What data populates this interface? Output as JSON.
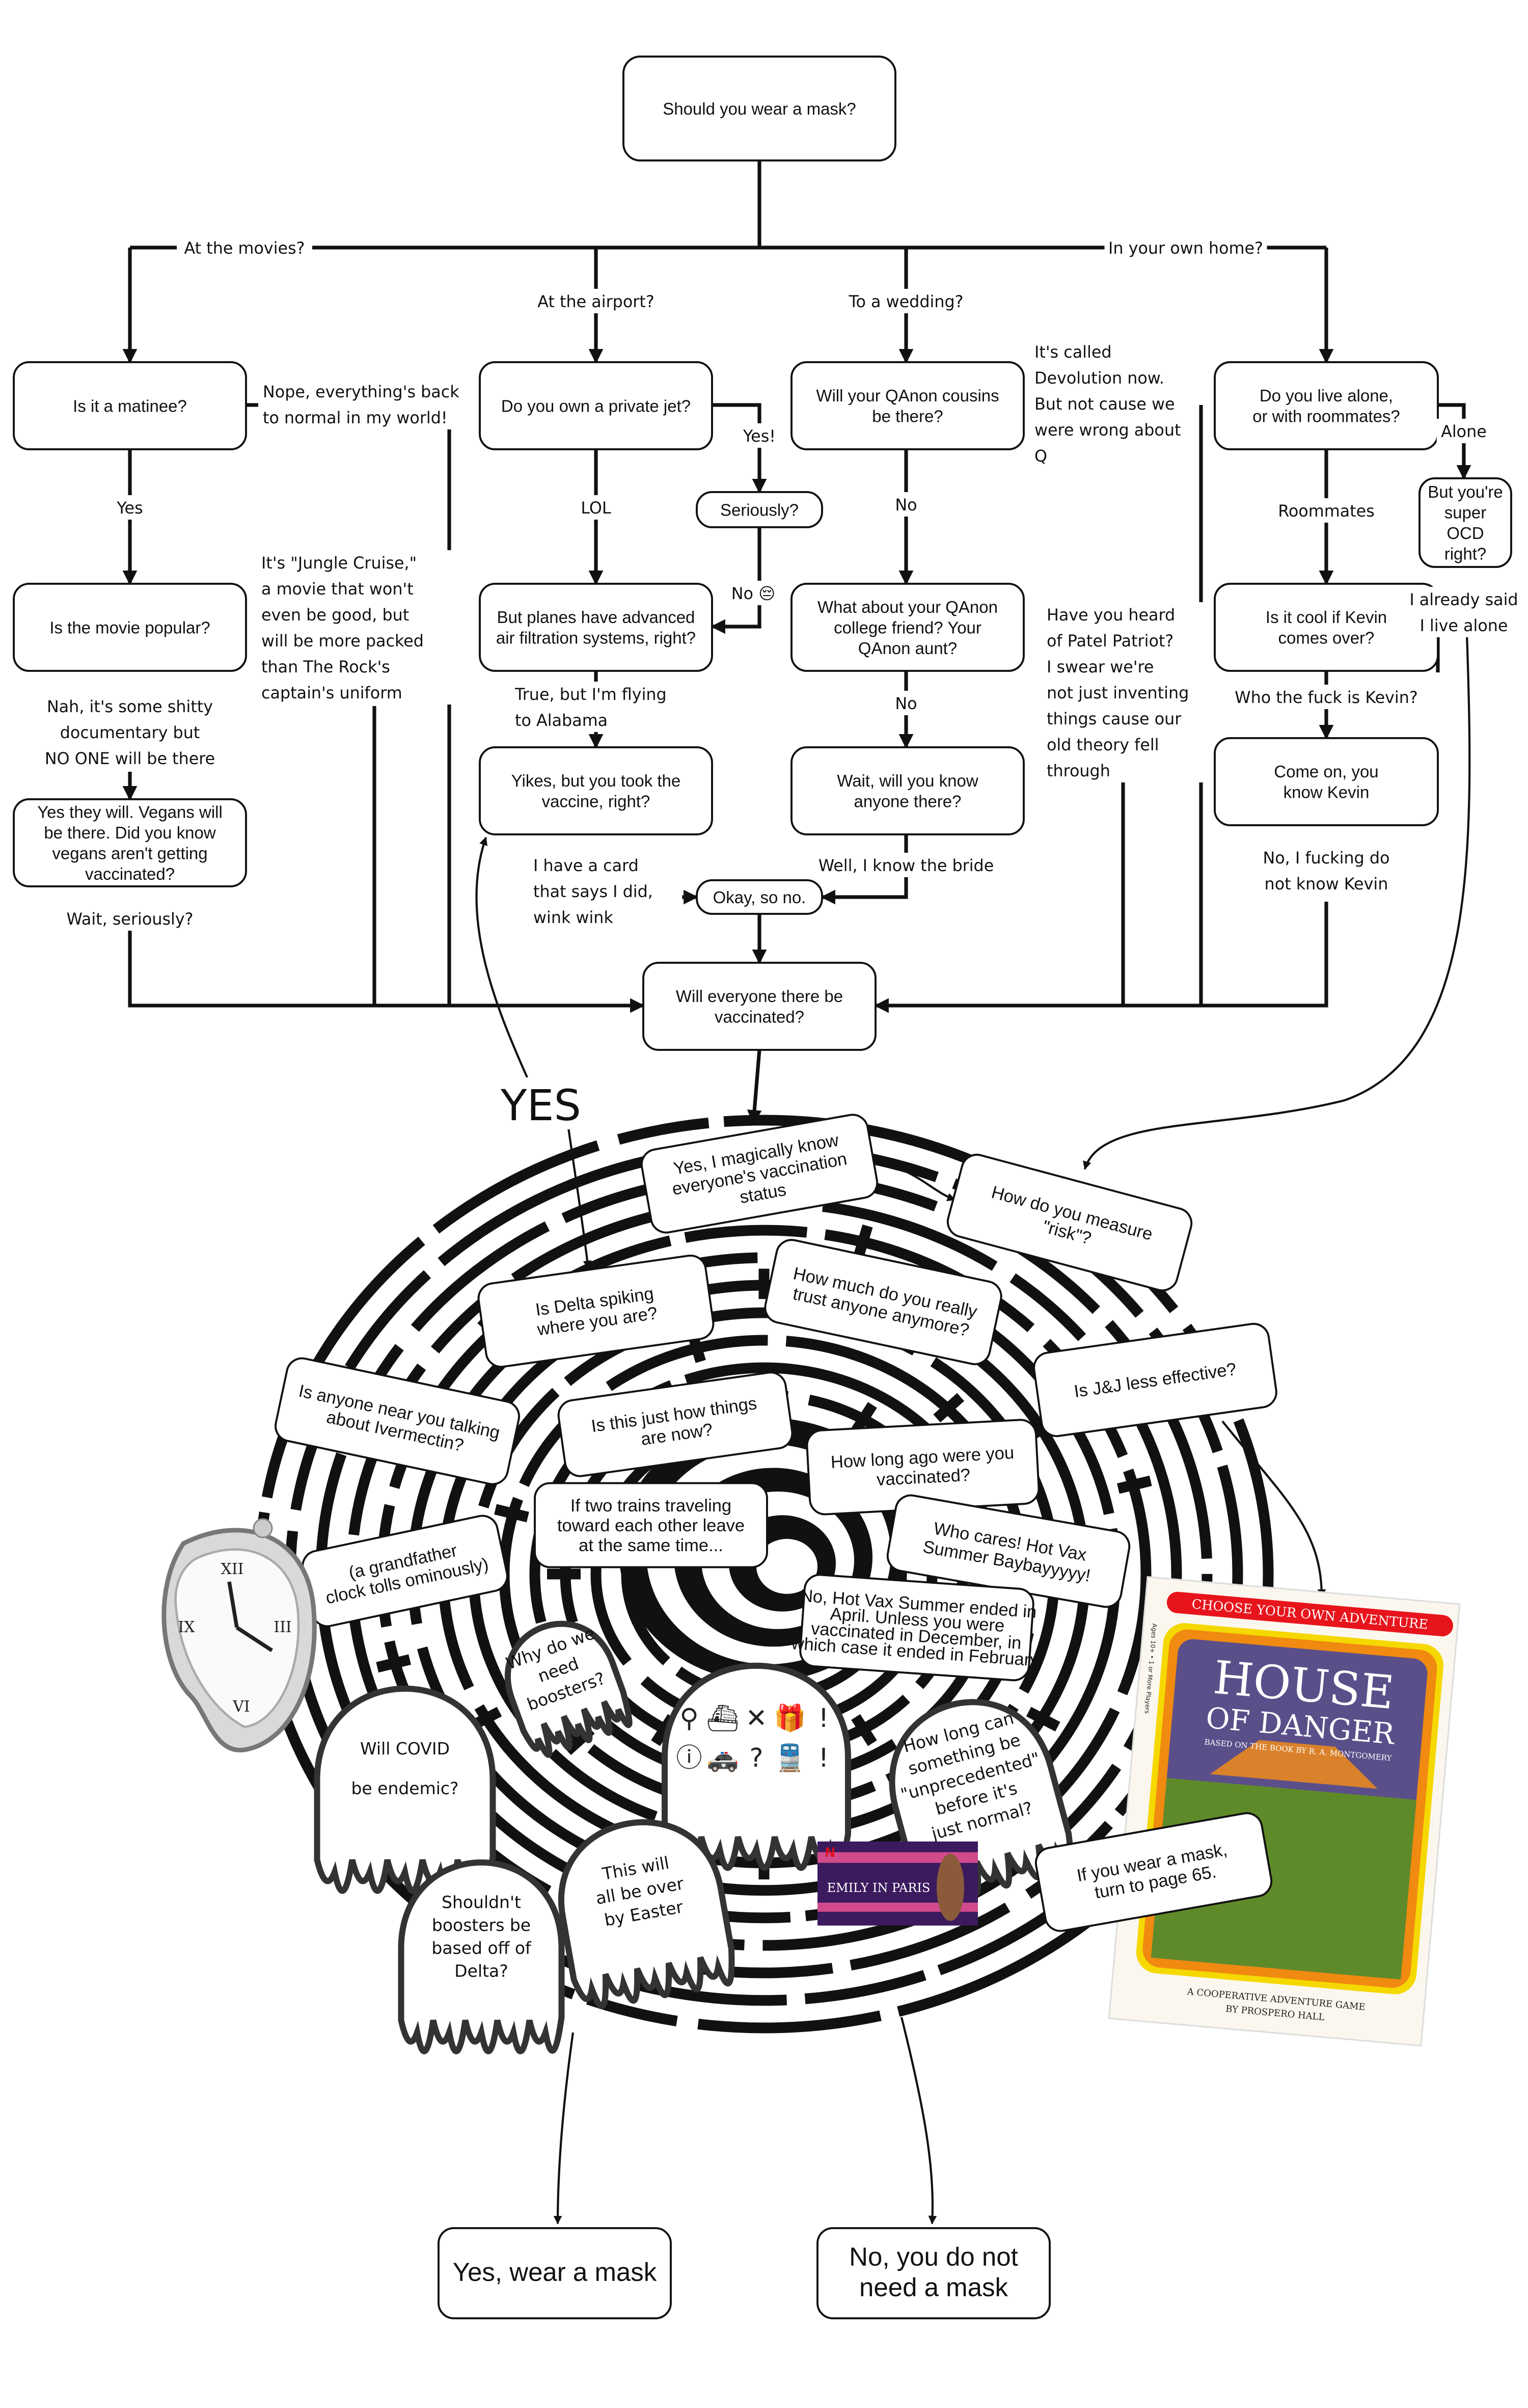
{
  "title": "Should you wear a mask?",
  "nodes": [
    {
      "id": "matinee",
      "lines": [
        "Is it a matinee?"
      ]
    },
    {
      "id": "jet",
      "lines": [
        "Do you own a private jet?"
      ]
    },
    {
      "id": "qanon",
      "lines": [
        "Will your QAnon cousins",
        "be there?"
      ]
    },
    {
      "id": "alone",
      "lines": [
        "Do you live alone,",
        "or with roommates?"
      ]
    },
    {
      "id": "seriously",
      "lines": [
        "Seriously?"
      ]
    },
    {
      "id": "popular",
      "lines": [
        "Is the movie popular?"
      ]
    },
    {
      "id": "planes",
      "lines": [
        "But planes have advanced",
        "air filtration systems, right?"
      ]
    },
    {
      "id": "college",
      "lines": [
        "What about your QAnon",
        "college friend? Your",
        "QAnon aunt?"
      ]
    },
    {
      "id": "kevin",
      "lines": [
        "Is it cool if Kevin",
        "comes over?"
      ]
    },
    {
      "id": "ocd",
      "lines": [
        "But you're",
        "super",
        "OCD",
        "right?"
      ]
    },
    {
      "id": "vegans",
      "lines": [
        "Yes they will. Vegans will",
        "be there. Did you know",
        "vegans aren't getting",
        "vaccinated?"
      ]
    },
    {
      "id": "yikes",
      "lines": [
        "Yikes, but you took the",
        "vaccine, right?"
      ]
    },
    {
      "id": "wait",
      "lines": [
        "Wait, will you know",
        "anyone there?"
      ]
    },
    {
      "id": "comeon",
      "lines": [
        "Come on, you",
        "know Kevin"
      ]
    },
    {
      "id": "okay",
      "lines": [
        "Okay, so no."
      ]
    },
    {
      "id": "everyone",
      "lines": [
        "Will everyone there be",
        "vaccinated?"
      ]
    }
  ],
  "edge_labels": [
    {
      "id": "movies",
      "lines": [
        "At the movies?"
      ]
    },
    {
      "id": "home",
      "lines": [
        "In your own home?"
      ]
    },
    {
      "id": "airport",
      "lines": [
        "At the airport?"
      ]
    },
    {
      "id": "wedding",
      "lines": [
        "To a wedding?"
      ]
    },
    {
      "id": "nope",
      "lines": [
        "Nope, everything's back",
        "to normal in my world!"
      ]
    },
    {
      "id": "devolution",
      "lines": [
        "It's called",
        "Devolution now.",
        "But not cause we",
        "were wrong about",
        "Q"
      ]
    },
    {
      "id": "yes_jet",
      "lines": [
        "Yes!"
      ]
    },
    {
      "id": "alone_lbl",
      "lines": [
        "Alone"
      ]
    },
    {
      "id": "yes_mat",
      "lines": [
        "Yes"
      ]
    },
    {
      "id": "lol",
      "lines": [
        "LOL"
      ]
    },
    {
      "id": "no_q",
      "lines": [
        "No"
      ]
    },
    {
      "id": "roommates",
      "lines": [
        "Roommates"
      ]
    },
    {
      "id": "no_sad",
      "lines": [
        "No 😔"
      ]
    },
    {
      "id": "already",
      "lines": [
        "I already said",
        "I live alone"
      ]
    },
    {
      "id": "jungle",
      "lines": [
        "It's \"Jungle Cruise,\"",
        "a movie that won't",
        "even be good, but",
        "will be more packed",
        "than The Rock's",
        "captain's uniform"
      ]
    },
    {
      "id": "patel",
      "lines": [
        "Have you heard",
        "of Patel Patriot?",
        "I swear we're",
        "not just inventing",
        "things cause our",
        "old theory fell",
        "through"
      ]
    },
    {
      "id": "nah",
      "lines": [
        "Nah, it's some shitty",
        "documentary but",
        "NO ONE will be there"
      ]
    },
    {
      "id": "alabama",
      "lines": [
        "True, but I'm flying",
        "to Alabama"
      ]
    },
    {
      "id": "no_c",
      "lines": [
        "No"
      ]
    },
    {
      "id": "whokevin",
      "lines": [
        "Who the fuck is Kevin?"
      ]
    },
    {
      "id": "card",
      "lines": [
        "I have a card",
        "that says I did,",
        "wink wink"
      ]
    },
    {
      "id": "bride",
      "lines": [
        "Well, I know the bride"
      ]
    },
    {
      "id": "notkevin",
      "lines": [
        "No, I fucking do",
        "not know Kevin"
      ]
    },
    {
      "id": "waitser",
      "lines": [
        "Wait, seriously?"
      ]
    }
  ],
  "yes_big": "YES",
  "maze_bubbles": [
    {
      "id": "magically",
      "lines": [
        "Yes, I magically know",
        "everyone's vaccination",
        "status"
      ]
    },
    {
      "id": "risk",
      "lines": [
        "How do you measure",
        "\"risk\"?"
      ]
    },
    {
      "id": "trust",
      "lines": [
        "How much do you really",
        "trust anyone anymore?"
      ]
    },
    {
      "id": "delta",
      "lines": [
        "Is Delta spiking",
        "where you are?"
      ]
    },
    {
      "id": "jj",
      "lines": [
        "Is J&J less effective?"
      ]
    },
    {
      "id": "ivermectin",
      "lines": [
        "Is anyone near you talking",
        "about Ivermectin?"
      ]
    },
    {
      "id": "howthings",
      "lines": [
        "Is this just how things",
        "are now?"
      ]
    },
    {
      "id": "howlong",
      "lines": [
        "How long ago were you",
        "vaccinated?"
      ]
    },
    {
      "id": "trains",
      "lines": [
        "If two trains traveling",
        "toward each other leave",
        "at the same time..."
      ]
    },
    {
      "id": "whocares",
      "lines": [
        "Who cares! Hot Vax",
        "Summer Baybayyyyy!"
      ]
    },
    {
      "id": "clock",
      "lines": [
        "(a grandfather",
        "clock tolls ominously)"
      ]
    },
    {
      "id": "hotvax",
      "lines": [
        "No, Hot Vax Summer ended in",
        "April. Unless you were",
        "vaccinated in December, in",
        "which case it ended in February"
      ]
    },
    {
      "id": "page65",
      "lines": [
        "If you wear a mask,",
        "turn to page 65."
      ]
    }
  ],
  "melting_blobs": [
    {
      "id": "endemic",
      "lines": [
        "Will COVID",
        "be endemic?"
      ]
    },
    {
      "id": "whyboost",
      "lines": [
        "Why do we",
        "need",
        "boosters?"
      ]
    },
    {
      "id": "icons",
      "icons": [
        "magnifier-icon",
        "yacht-icon",
        "x-icon",
        "gift-icon",
        "exclamation-person-icon",
        "info-icon",
        "police-car-icon",
        "question-icon",
        "train-icon",
        "person-icon"
      ]
    },
    {
      "id": "unprecedented",
      "lines": [
        "How long can",
        "something be",
        "\"unprecedented\"",
        "before it's",
        "just normal?"
      ]
    },
    {
      "id": "easter",
      "lines": [
        "This will",
        "all be over",
        "by Easter"
      ]
    },
    {
      "id": "deltaboost",
      "lines": [
        "Shouldn't",
        "boosters be",
        "based off of",
        "Delta?"
      ]
    }
  ],
  "book": {
    "banner": "CHOOSE YOUR OWN ADVENTURE",
    "title1": "HOUSE",
    "title2": "OF DANGER",
    "subtitle": "BASED ON THE BOOK BY R. A. MONTGOMERY",
    "footer1": "A COOPERATIVE ADVENTURE GAME",
    "footer2": "BY PROSPERO HALL",
    "spine": "Ages 10+ • 1 or More Players",
    "colors": {
      "banner": "#e8141c",
      "frame": "#f08a10",
      "inner": "#f5d800",
      "art": "#5b4f8a"
    }
  },
  "emily": {
    "text": "EMILY IN PARIS",
    "logo": "N",
    "colors": {
      "bg": "#3b1a5e",
      "stripe": "#d04a8c"
    }
  },
  "finals": {
    "yes": {
      "lines": [
        "Yes, wear a mask"
      ]
    },
    "no": {
      "lines": [
        "No, you do not",
        "need a mask"
      ]
    }
  }
}
